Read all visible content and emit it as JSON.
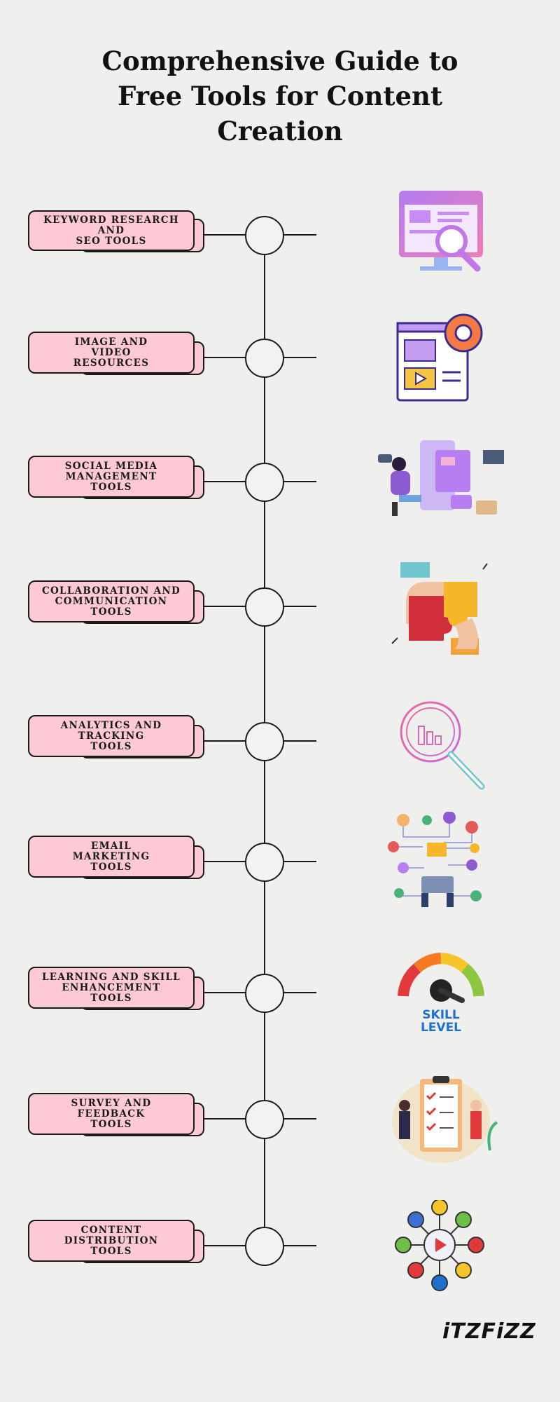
{
  "title": "Comprehensive Guide to\nFree Tools for Content\nCreation",
  "items": [
    {
      "label": "KEYWORD RESEARCH AND\nSEO TOOLS",
      "icon": "seo-monitor-magnifier-icon"
    },
    {
      "label": "IMAGE AND\nVIDEO\nRESOURCES",
      "icon": "image-video-gear-icon"
    },
    {
      "label": "SOCIAL MEDIA\nMANAGEMENT\nTOOLS",
      "icon": "social-media-person-icon"
    },
    {
      "label": "COLLABORATION AND\nCOMMUNICATION\nTOOLS",
      "icon": "puzzle-hands-icon"
    },
    {
      "label": "ANALYTICS AND\nTRACKING\nTOOLS",
      "icon": "analytics-magnifier-icon"
    },
    {
      "label": "EMAIL\nMARKETING\nTOOLS",
      "icon": "email-network-icon"
    },
    {
      "label": "LEARNING AND SKILL\nENHANCEMENT\nTOOLS",
      "icon": "skill-level-gauge-icon"
    },
    {
      "label": "SURVEY AND\nFEEDBACK\nTOOLS",
      "icon": "survey-clipboard-icon"
    },
    {
      "label": "CONTENT\nDISTRIBUTION\nTOOLS",
      "icon": "content-distribution-hub-icon"
    }
  ],
  "skill_icon_text": "SKILL\nLEVEL",
  "logo_text": "iTZFiZZ"
}
